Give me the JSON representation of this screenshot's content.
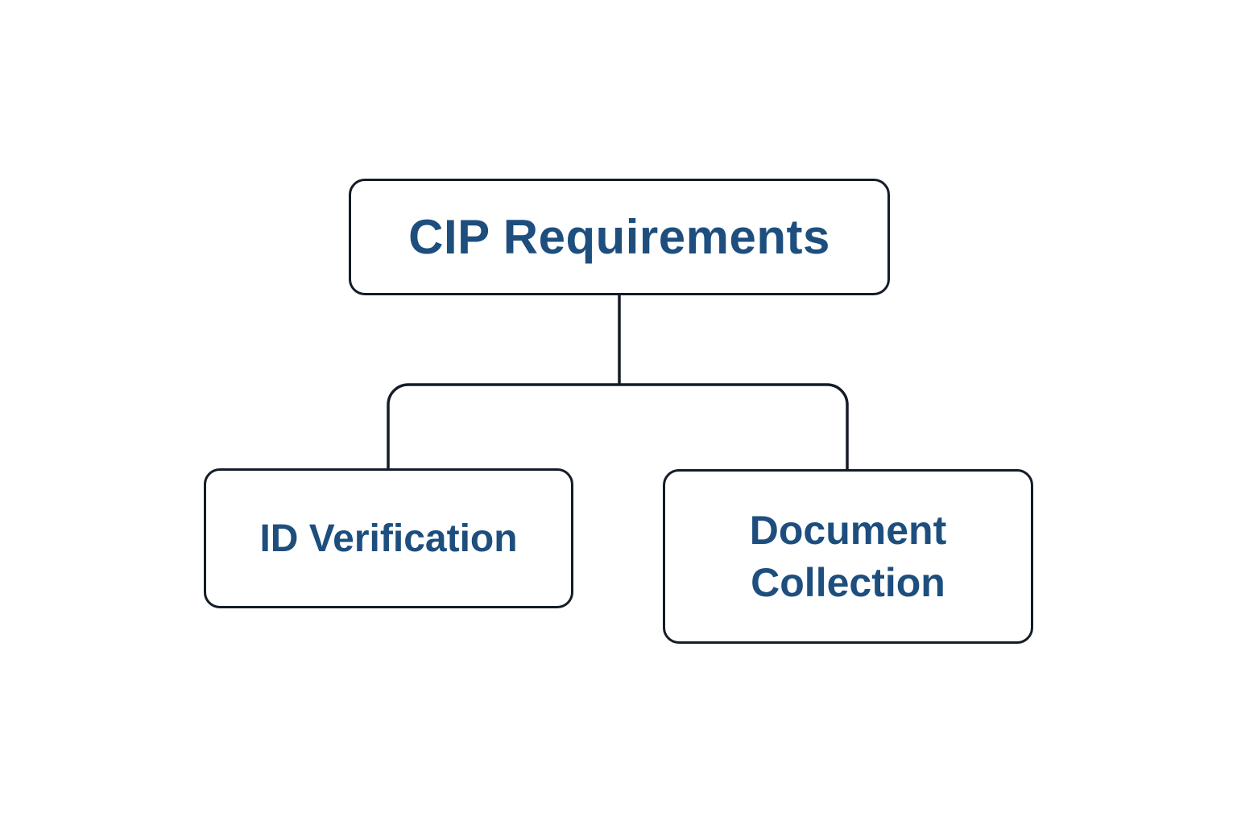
{
  "diagram": {
    "title": "CIP Requirements hierarchy",
    "colors": {
      "background": "#ffffff",
      "node_fill": "#ffffff",
      "node_border": "#141c28",
      "connector": "#141c28",
      "label_text": "#1d4e7e"
    },
    "nodes": [
      {
        "id": "root",
        "label": "CIP Requirements",
        "level": 0
      },
      {
        "id": "id-verification",
        "label": "ID Verification",
        "level": 1
      },
      {
        "id": "document-collection",
        "label": "Document Collection",
        "level": 1
      }
    ],
    "edges": [
      {
        "from": "CIP Requirements",
        "to": "ID Verification"
      },
      {
        "from": "CIP Requirements",
        "to": "Document Collection"
      }
    ]
  }
}
